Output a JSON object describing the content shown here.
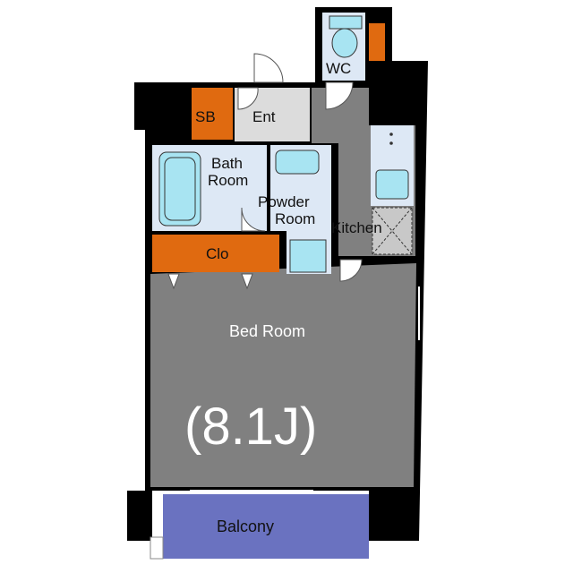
{
  "plan": {
    "rooms": {
      "wc": "WC",
      "sb": "SB",
      "entrance": "Ent",
      "bath_line1": "Bath",
      "bath_line2": "Room",
      "powder_line1": "Powder",
      "powder_line2": "Room",
      "kitchen": "Kitchen",
      "closet": "Clo",
      "bedroom": "Bed Room",
      "bedroom_size": "(8.1J)",
      "balcony": "Balcony"
    },
    "colors": {
      "wall": "#000000",
      "floor_gray": "#808080",
      "floor_light": "#dcdcdc",
      "wet_area": "#dde8f5",
      "fixture": "#a8e4f2",
      "storage_orange": "#e06a10",
      "balcony_blue": "#6a72c0"
    },
    "icons": [
      "toilet-icon",
      "bathtub-icon",
      "washbasin-icon",
      "washing-machine-icon",
      "sink-icon",
      "stove-icon",
      "door-swing-icon"
    ]
  }
}
